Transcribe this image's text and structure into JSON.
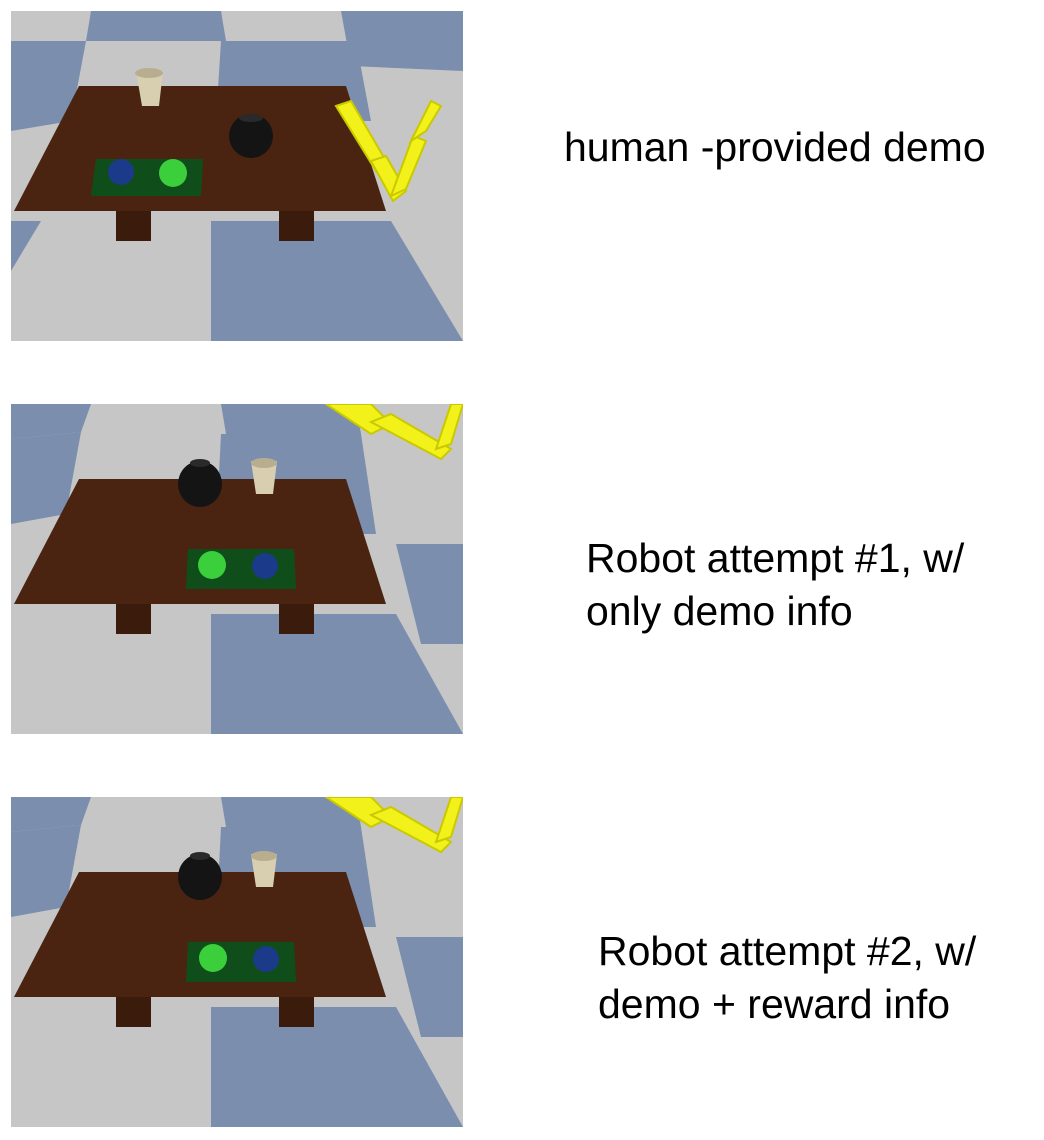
{
  "panels": [
    {
      "id": "human-demo",
      "caption_lines": [
        "human -provided demo"
      ],
      "scene": {
        "pot_pos": "back-center",
        "cup_pos": "back-left",
        "mat_pos": "front-left",
        "mat_order": [
          "blue",
          "green"
        ],
        "arm_pos": "right"
      }
    },
    {
      "id": "robot-attempt-1",
      "caption_lines": [
        "Robot attempt #1, w/",
        "only demo info"
      ],
      "scene": {
        "pot_pos": "back-center",
        "cup_pos": "back-center-right",
        "mat_pos": "front-center",
        "mat_order": [
          "green",
          "blue"
        ],
        "arm_pos": "top-right"
      }
    },
    {
      "id": "robot-attempt-2",
      "caption_lines": [
        "Robot attempt #2, w/",
        "demo + reward info"
      ],
      "scene": {
        "pot_pos": "back-center",
        "cup_pos": "back-center-right",
        "mat_pos": "front-center",
        "mat_order": [
          "green",
          "blue"
        ],
        "arm_pos": "top-right"
      }
    }
  ],
  "colors": {
    "floor_light": "#c6c6c6",
    "floor_dark": "#7b8eae",
    "table": "#4a2410",
    "table_leg": "#3b1c0c",
    "mat": "#0f4e1a",
    "disc_green": "#3ccf3c",
    "disc_blue": "#1c3a8a",
    "pot": "#141414",
    "cup": "#d8cfb0",
    "arm": "#f2f21a"
  }
}
